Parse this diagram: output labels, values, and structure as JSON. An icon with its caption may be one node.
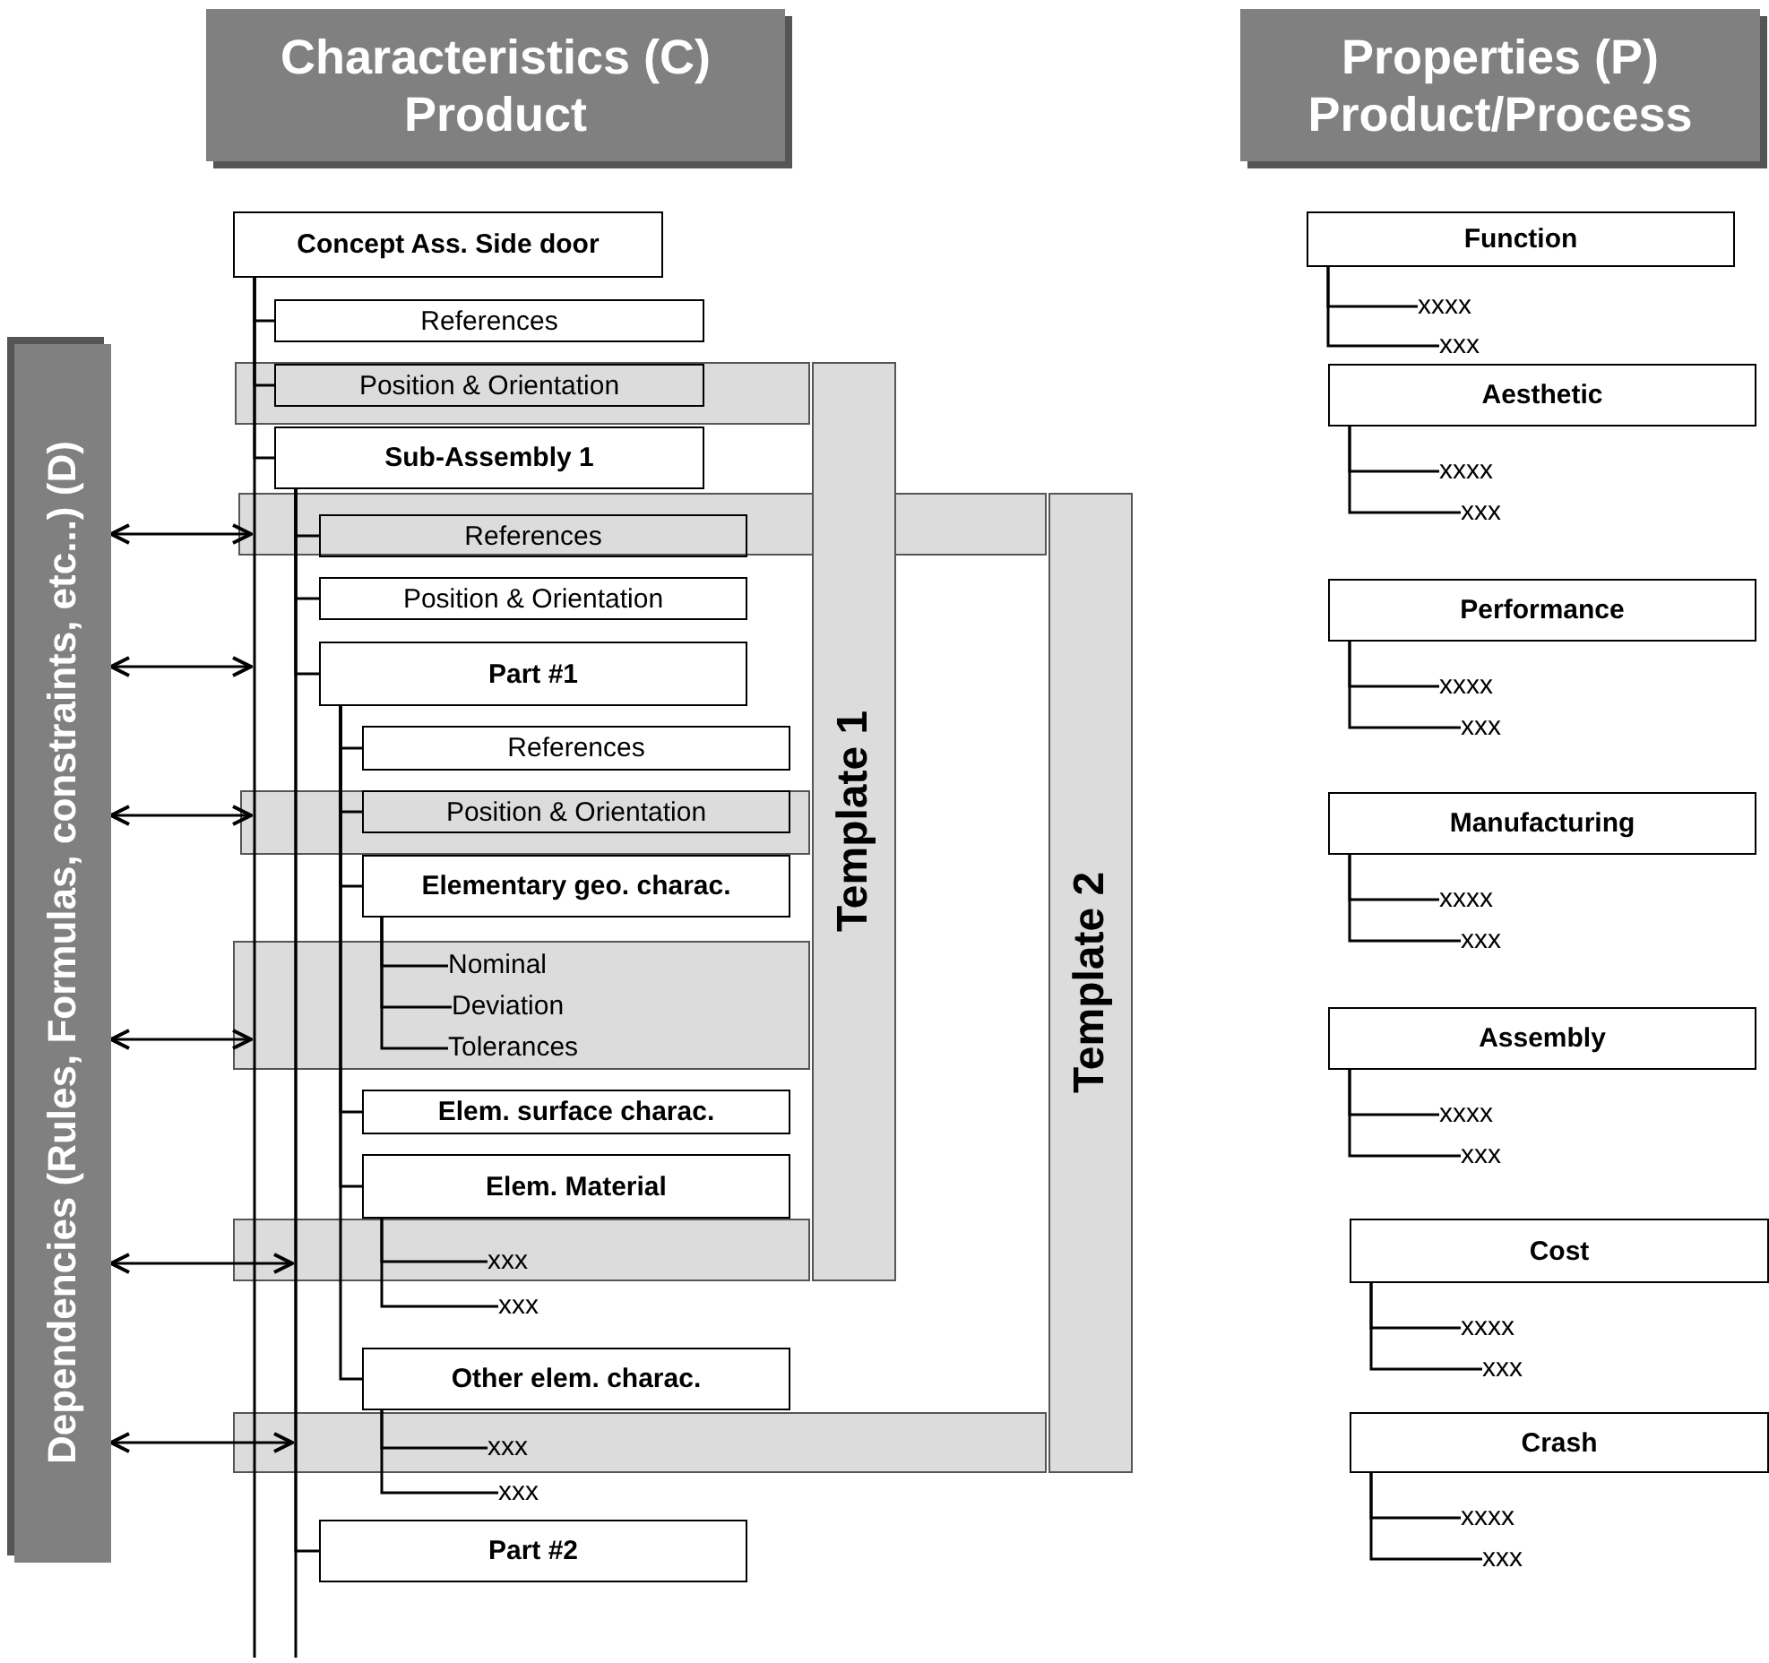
{
  "diagram": {
    "nodes": [
      {
        "text": [
          "Characteristics (C) Product"
        ]
      },
      {
        "text": [
          "Properties (P) Product/Process"
        ]
      },
      {
        "text": [
          "Dependencies (Rules, Formulas, constraints, etc...) (D)"
        ]
      },
      {
        "text": [
          "Concept Ass. Side door"
        ]
      },
      {
        "text": [
          "References"
        ]
      },
      {
        "text": [
          "Position & Orientation"
        ]
      },
      {
        "text": [
          "Sub-Assembly 1"
        ]
      },
      {
        "text": [
          "References"
        ]
      },
      {
        "text": [
          "Position & Orientation"
        ]
      },
      {
        "text": [
          "Part #1"
        ]
      },
      {
        "text": [
          "References"
        ]
      },
      {
        "text": [
          "Position & Orientation"
        ]
      },
      {
        "text": [
          "Elementary geo. charac."
        ]
      },
      {
        "text": [
          "Nominal"
        ]
      },
      {
        "text": [
          "Deviation"
        ]
      },
      {
        "text": [
          "Tolerances"
        ]
      },
      {
        "text": [
          "Elem. surface charac."
        ]
      },
      {
        "text": [
          "Elem. Material"
        ]
      },
      {
        "text": [
          "xxx"
        ]
      },
      {
        "text": [
          "xxx"
        ]
      },
      {
        "text": [
          "Other elem. charac."
        ]
      },
      {
        "text": [
          "xxx"
        ]
      },
      {
        "text": [
          "xxx"
        ]
      },
      {
        "text": [
          "Part #2"
        ]
      },
      {
        "text": [
          "Template 1"
        ]
      },
      {
        "text": [
          "Template 2"
        ]
      },
      {
        "text": [
          "Function"
        ]
      },
      {
        "text": [
          "xxxx"
        ]
      },
      {
        "text": [
          "xxx"
        ]
      },
      {
        "text": [
          "Aesthetic"
        ]
      },
      {
        "text": [
          "xxxx"
        ]
      },
      {
        "text": [
          "xxx"
        ]
      },
      {
        "text": [
          "Performance"
        ]
      },
      {
        "text": [
          "xxxx"
        ]
      },
      {
        "text": [
          "xxx"
        ]
      },
      {
        "text": [
          "Manufacturing"
        ]
      },
      {
        "text": [
          "xxxx"
        ]
      },
      {
        "text": [
          "xxx"
        ]
      },
      {
        "text": [
          "Assembly"
        ]
      },
      {
        "text": [
          "xxxx"
        ]
      },
      {
        "text": [
          "xxx"
        ]
      },
      {
        "text": [
          "Cost"
        ]
      },
      {
        "text": [
          "xxxx"
        ]
      },
      {
        "text": [
          "xxx"
        ]
      },
      {
        "text": [
          "Crash"
        ]
      },
      {
        "text": [
          "xxxx"
        ]
      },
      {
        "text": [
          "xxx"
        ]
      }
    ],
    "edges": [
      {
        "from": 3,
        "to": 4,
        "arrow": "none"
      },
      {
        "from": 3,
        "to": 5,
        "arrow": "none"
      },
      {
        "from": 3,
        "to": 6,
        "arrow": "none"
      },
      {
        "from": 6,
        "to": 7,
        "arrow": "none"
      },
      {
        "from": 6,
        "to": 8,
        "arrow": "none"
      },
      {
        "from": 6,
        "to": 9,
        "arrow": "none"
      },
      {
        "from": 6,
        "to": 23,
        "arrow": "none"
      },
      {
        "from": 9,
        "to": 10,
        "arrow": "none"
      },
      {
        "from": 9,
        "to": 11,
        "arrow": "none"
      },
      {
        "from": 9,
        "to": 12,
        "arrow": "none"
      },
      {
        "from": 9,
        "to": 16,
        "arrow": "none"
      },
      {
        "from": 9,
        "to": 17,
        "arrow": "none"
      },
      {
        "from": 9,
        "to": 20,
        "arrow": "none"
      },
      {
        "from": 12,
        "to": 13,
        "arrow": "none"
      },
      {
        "from": 12,
        "to": 14,
        "arrow": "none"
      },
      {
        "from": 12,
        "to": 15,
        "arrow": "none"
      },
      {
        "from": 17,
        "to": 18,
        "arrow": "none"
      },
      {
        "from": 17,
        "to": 19,
        "arrow": "none"
      },
      {
        "from": 20,
        "to": 21,
        "arrow": "none"
      },
      {
        "from": 20,
        "to": 22,
        "arrow": "none"
      },
      {
        "from": 26,
        "to": 27,
        "arrow": "none"
      },
      {
        "from": 26,
        "to": 28,
        "arrow": "none"
      },
      {
        "from": 29,
        "to": 30,
        "arrow": "none"
      },
      {
        "from": 29,
        "to": 31,
        "arrow": "none"
      },
      {
        "from": 32,
        "to": 33,
        "arrow": "none"
      },
      {
        "from": 32,
        "to": 34,
        "arrow": "none"
      },
      {
        "from": 35,
        "to": 36,
        "arrow": "none"
      },
      {
        "from": 35,
        "to": 37,
        "arrow": "none"
      },
      {
        "from": 38,
        "to": 39,
        "arrow": "none"
      },
      {
        "from": 38,
        "to": 40,
        "arrow": "none"
      },
      {
        "from": 41,
        "to": 42,
        "arrow": "none"
      },
      {
        "from": 41,
        "to": 43,
        "arrow": "none"
      },
      {
        "from": 44,
        "to": 45,
        "arrow": "none"
      },
      {
        "from": 44,
        "to": 46,
        "arrow": "none"
      },
      {
        "from": 2,
        "to": null,
        "arrow": "both"
      },
      {
        "from": 2,
        "to": null,
        "arrow": "both"
      },
      {
        "from": 2,
        "to": null,
        "arrow": "both"
      },
      {
        "from": 2,
        "to": null,
        "arrow": "both"
      },
      {
        "from": 2,
        "to": null,
        "arrow": "both"
      },
      {
        "from": 2,
        "to": null,
        "arrow": "both"
      }
    ]
  }
}
